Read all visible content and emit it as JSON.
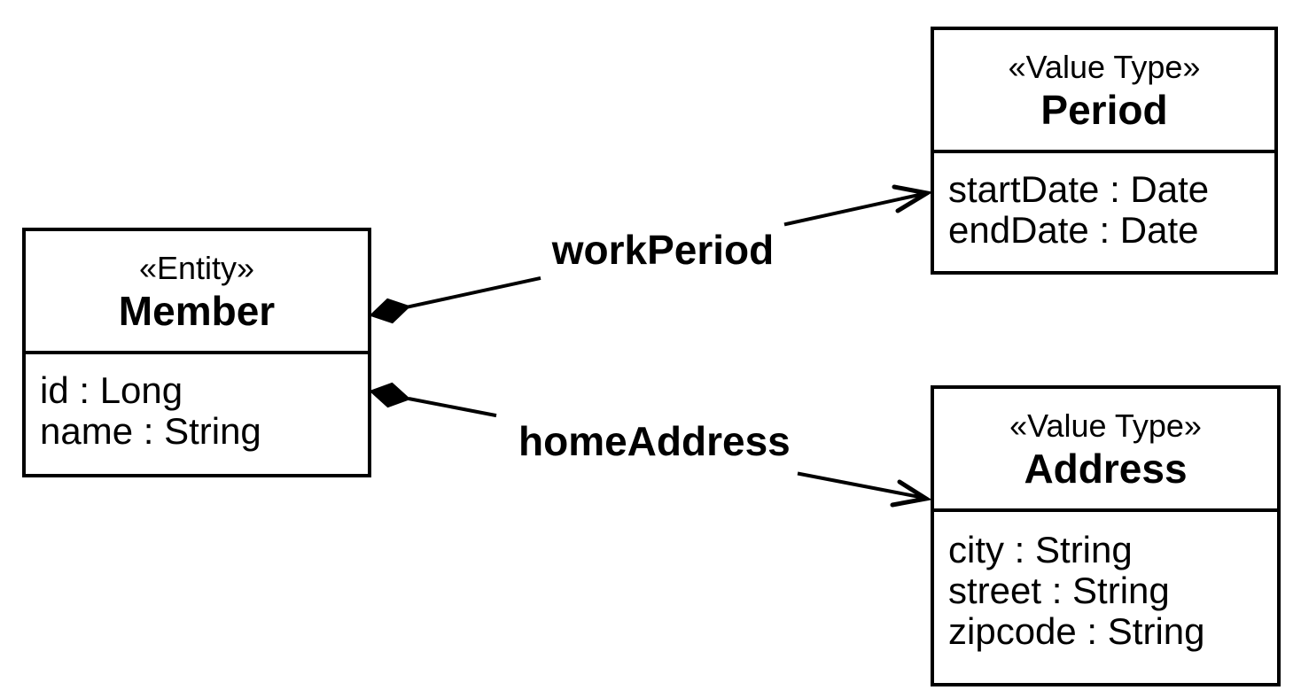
{
  "diagram": {
    "classes": {
      "member": {
        "stereotype": "«Entity»",
        "name": "Member",
        "attributes": [
          "id : Long",
          "name : String"
        ]
      },
      "period": {
        "stereotype": "«Value Type»",
        "name": "Period",
        "attributes": [
          "startDate : Date",
          "endDate : Date"
        ]
      },
      "address": {
        "stereotype": "«Value Type»",
        "name": "Address",
        "attributes": [
          "city : String",
          "street : String",
          "zipcode : String"
        ]
      }
    },
    "relations": {
      "work_period": {
        "label": "workPeriod",
        "from": "Member",
        "to": "Period",
        "kind": "composition"
      },
      "home_address": {
        "label": "homeAddress",
        "from": "Member",
        "to": "Address",
        "kind": "composition"
      }
    },
    "colors": {
      "line": "#000000",
      "background": "#ffffff"
    }
  }
}
